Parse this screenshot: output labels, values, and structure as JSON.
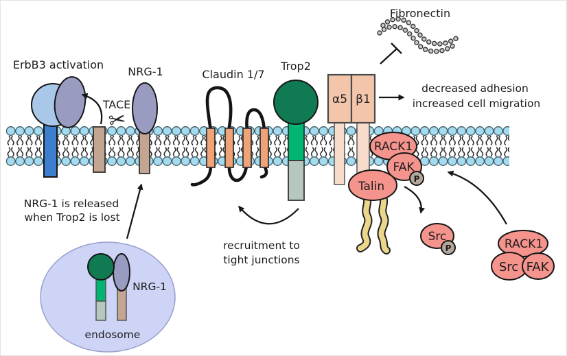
{
  "labels": {
    "erbb3": "ErbB3 activation",
    "nrg1_membrane": "NRG-1",
    "tace": "TACE",
    "claudin": "Claudin 1/7",
    "trop2": "Trop2",
    "fibronectin": "Fibronectin",
    "alpha5": "α5",
    "beta1": "β1",
    "rack1_membrane": "RACK1",
    "fak_membrane": "FAK",
    "talin": "Talin",
    "src_free": "Src",
    "p_fak": "P",
    "p_src": "P",
    "cluster_rack1": "RACK1",
    "cluster_src": "Src",
    "cluster_fak": "FAK",
    "endosome": "endosome",
    "endosome_nrg1": "NRG-1"
  },
  "annotations": {
    "outcome": {
      "line1": "decreased adhesion",
      "line2": "increased cell migration"
    },
    "release": {
      "line1": "NRG-1 is released",
      "line2": "when Trop2 is lost"
    },
    "recruitment": {
      "line1": "recruitment to",
      "line2": "tight junctions"
    }
  },
  "icons": {
    "scissors": "✂"
  },
  "colors": {
    "lipid_head": "#a5dbee",
    "erbb3_head": "#a9c8e9",
    "erbb3_stem": "#3d7ecf",
    "nrg1_body": "#999bc0",
    "nrg1_stem": "#c3a591",
    "claudin_tm": "#efa377",
    "trop2_head": "#107a52",
    "trop2_stem": "#00b571",
    "trop2_tail": "#b6c8bd",
    "integrin_box": "#f3c6ab",
    "integrin_leg": "#f7dccb",
    "signal_protein": "#f5938d",
    "phospho_badge": "#b2a79a",
    "talin_tail": "#ebd78c",
    "endosome_fill": "#ced4f6",
    "fibronectin_bead": "#c9c9c9"
  }
}
